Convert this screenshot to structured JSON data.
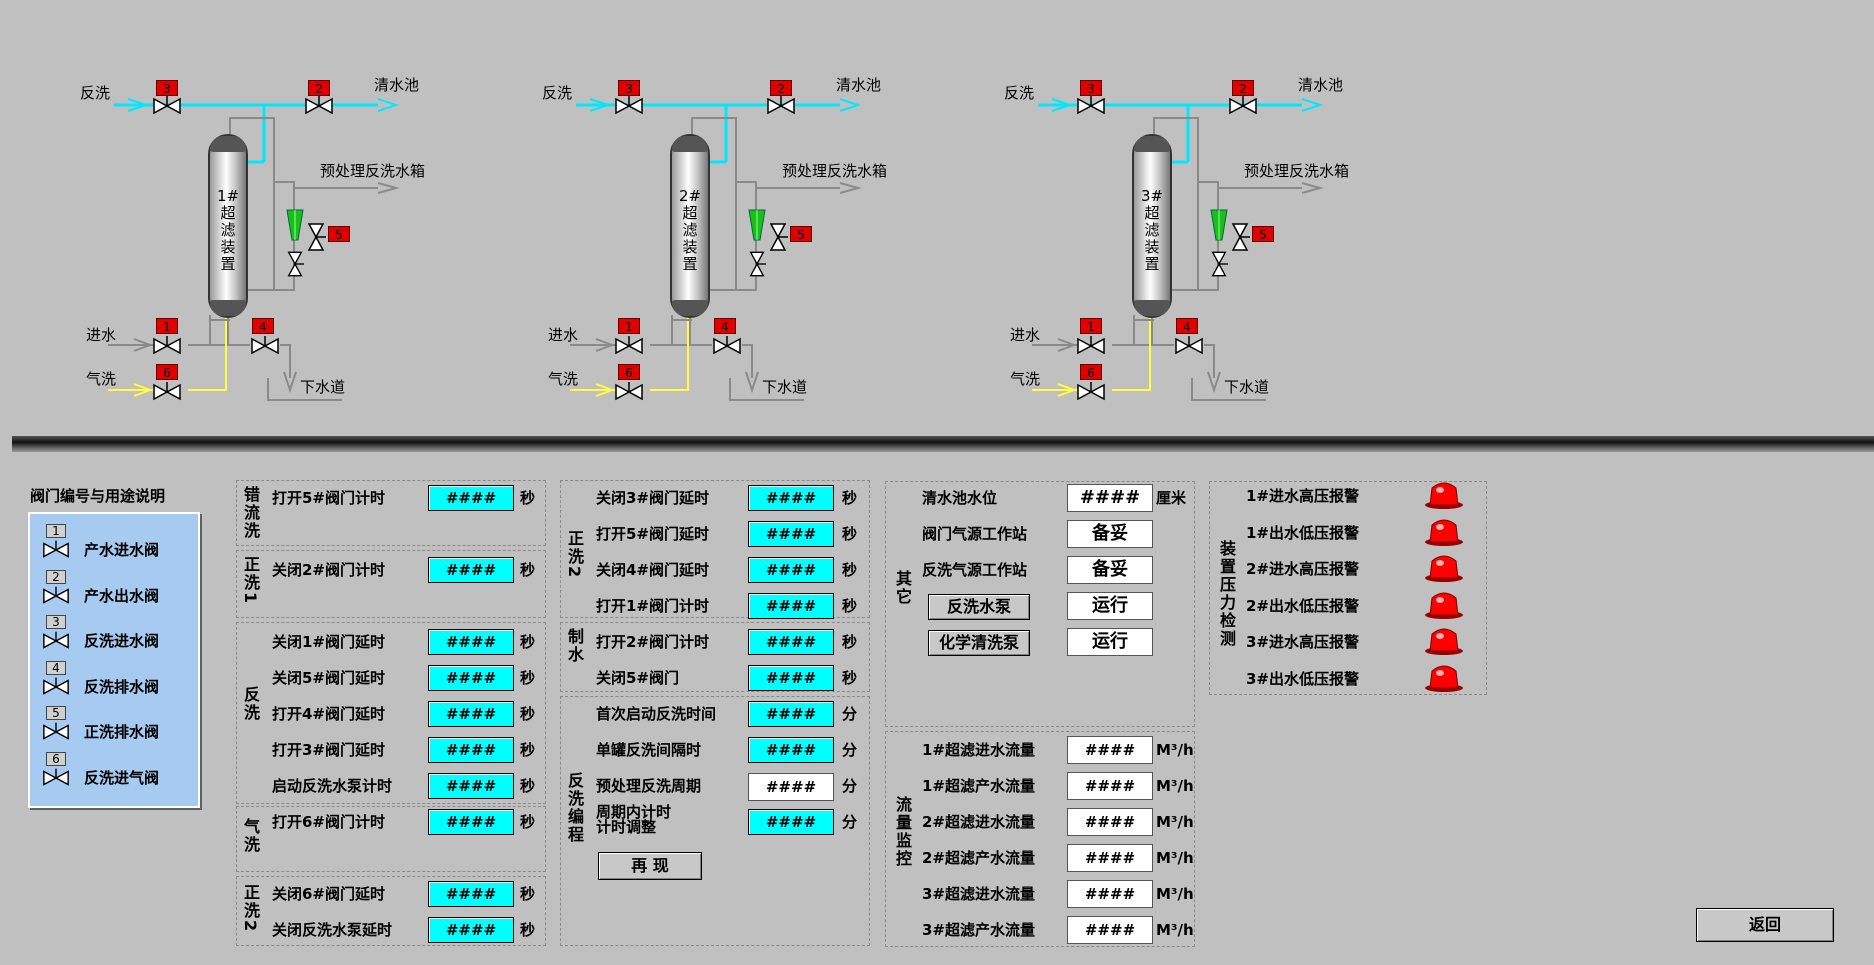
{
  "units": [
    {
      "name_chars": [
        "1#",
        "超",
        "滤",
        "装",
        "置"
      ],
      "backwash": "反洗",
      "clear_pool": "清水池",
      "pre_tank": "预处理反洗水箱",
      "inlet": "进水",
      "air_wash": "气洗",
      "drain": "下水道"
    },
    {
      "name_chars": [
        "2#",
        "超",
        "滤",
        "装",
        "置"
      ],
      "backwash": "反洗",
      "clear_pool": "清水池",
      "pre_tank": "预处理反洗水箱",
      "inlet": "进水",
      "air_wash": "气洗",
      "drain": "下水道"
    },
    {
      "name_chars": [
        "3#",
        "超",
        "滤",
        "装",
        "置"
      ],
      "backwash": "反洗",
      "clear_pool": "清水池",
      "pre_tank": "预处理反洗水箱",
      "inlet": "进水",
      "air_wash": "气洗",
      "drain": "下水道"
    }
  ],
  "valve_numbers": {
    "v1": "1",
    "v2": "2",
    "v3": "3",
    "v4": "4",
    "v5": "5",
    "v6": "6"
  },
  "legend": {
    "title": "阀门编号与用途说明",
    "items": [
      {
        "num": "1",
        "label": "产水进水阀"
      },
      {
        "num": "2",
        "label": "产水出水阀"
      },
      {
        "num": "3",
        "label": "反洗进水阀"
      },
      {
        "num": "4",
        "label": "反洗排水阀"
      },
      {
        "num": "5",
        "label": "正洗排水阀"
      },
      {
        "num": "6",
        "label": "反洗进气阀"
      }
    ]
  },
  "col1": {
    "groups": [
      {
        "title": "错流洗",
        "rows": [
          {
            "label": "打开5#阀门计时",
            "value": "####",
            "unit": "秒"
          }
        ]
      },
      {
        "title": "正洗1",
        "rows": [
          {
            "label": "关闭2#阀门计时",
            "value": "####",
            "unit": "秒"
          }
        ]
      },
      {
        "title": "反洗",
        "rows": [
          {
            "label": "关闭1#阀门延时",
            "value": "####",
            "unit": "秒"
          },
          {
            "label": "关闭5#阀门延时",
            "value": "####",
            "unit": "秒"
          },
          {
            "label": "打开4#阀门延时",
            "value": "####",
            "unit": "秒"
          },
          {
            "label": "打开3#阀门延时",
            "value": "####",
            "unit": "秒"
          },
          {
            "label": "启动反洗水泵计时",
            "value": "####",
            "unit": "秒"
          }
        ]
      },
      {
        "title": "气洗",
        "rows": [
          {
            "label": "打开6#阀门计时",
            "value": "####",
            "unit": "秒"
          }
        ]
      },
      {
        "title": "正洗2",
        "rows": [
          {
            "label": "关闭6#阀门延时",
            "value": "####",
            "unit": "秒"
          },
          {
            "label": "关闭反洗水泵延时",
            "value": "####",
            "unit": "秒"
          }
        ]
      }
    ]
  },
  "col2": {
    "groups": [
      {
        "title": "正洗2",
        "rows": [
          {
            "label": "关闭3#阀门延时",
            "value": "####",
            "unit": "秒"
          },
          {
            "label": "打开5#阀门延时",
            "value": "####",
            "unit": "秒"
          },
          {
            "label": "关闭4#阀门延时",
            "value": "####",
            "unit": "秒"
          },
          {
            "label": "打开1#阀门计时",
            "value": "####",
            "unit": "秒"
          }
        ]
      },
      {
        "title": "制水",
        "rows": [
          {
            "label": "打开2#阀门计时",
            "value": "####",
            "unit": "秒"
          },
          {
            "label": "关闭5#阀门",
            "value": "####",
            "unit": "秒"
          }
        ]
      },
      {
        "title": "反洗编程",
        "rows": [
          {
            "label": "首次启动反洗时间",
            "value": "####",
            "unit": "分"
          },
          {
            "label": "单罐反洗间隔时",
            "value": "####",
            "unit": "分"
          },
          {
            "label": "预处理反洗周期",
            "value": "####",
            "unit": "分"
          },
          {
            "label": "周期内计时",
            "label2": "计时调整",
            "value": "####",
            "unit": "分"
          }
        ]
      }
    ],
    "replay_button": "再 现"
  },
  "other": {
    "title": "其它",
    "rows": [
      {
        "label": "清水池水位",
        "value": "####",
        "unit": "厘米"
      },
      {
        "label": "阀门气源工作站",
        "value": "备妥"
      },
      {
        "label": "反洗气源工作站",
        "value": "备妥"
      },
      {
        "button": "反洗水泵",
        "value": "运行"
      },
      {
        "button": "化学清洗泵",
        "value": "运行"
      }
    ]
  },
  "flow": {
    "title": "流量监控",
    "rows": [
      {
        "label": "1#超滤进水流量",
        "value": "####",
        "unit": "M³/h"
      },
      {
        "label": "1#超滤产水流量",
        "value": "####",
        "unit": "M³/h"
      },
      {
        "label": "2#超滤进水流量",
        "value": "####",
        "unit": "M³/h"
      },
      {
        "label": "2#超滤产水流量",
        "value": "####",
        "unit": "M³/h"
      },
      {
        "label": "3#超滤进水流量",
        "value": "####",
        "unit": "M³/h"
      },
      {
        "label": "3#超滤产水流量",
        "value": "####",
        "unit": "M³/h"
      }
    ]
  },
  "pressure": {
    "title": "装置压力检测",
    "alarms": [
      "1#进水高压报警",
      "1#出水低压报警",
      "2#进水高压报警",
      "2#出水低压报警",
      "3#进水高压报警",
      "3#出水低压报警"
    ]
  },
  "return_button": "返回",
  "colors": {
    "background": "#c0c0c0",
    "cyan": "#00ffff",
    "valve_tag": "#e00000",
    "legend_bg": "#a6caf0",
    "alarm": "#ff0000",
    "air_line": "#ffff00",
    "flow_line": "#00ffff",
    "pipe": "#808080"
  }
}
